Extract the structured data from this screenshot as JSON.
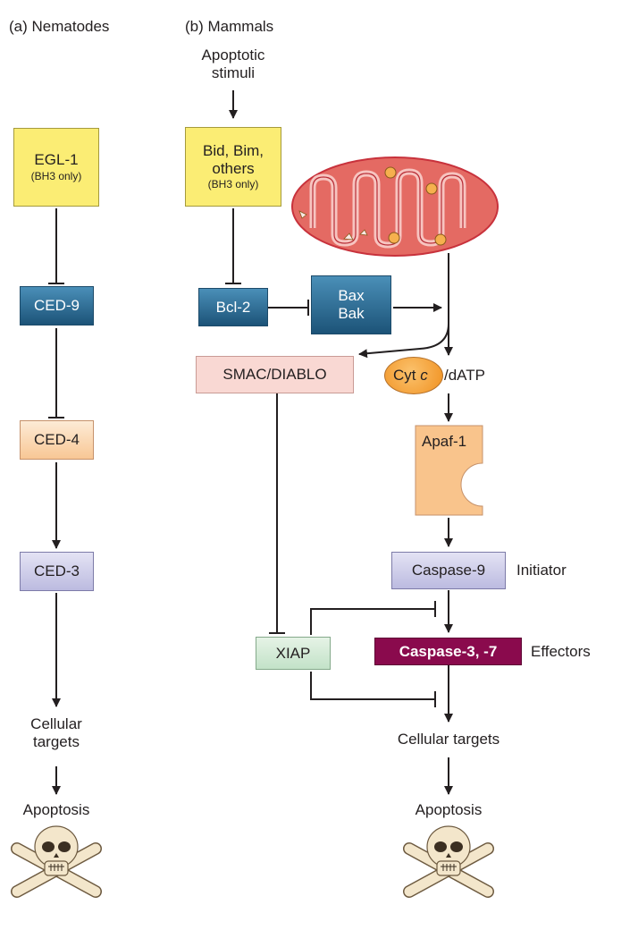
{
  "panel_a": {
    "title": "(a)  Nematodes",
    "egl1": {
      "label": "EGL-1",
      "sub": "(BH3 only)"
    },
    "ced9": "CED-9",
    "ced4": "CED-4",
    "ced3": "CED-3",
    "targets_line1": "Cellular",
    "targets_line2": "targets",
    "apoptosis": "Apoptosis"
  },
  "panel_b": {
    "title": "(b)  Mammals",
    "stimuli_line1": "Apoptotic",
    "stimuli_line2": "stimuli",
    "bh3": {
      "line1": "Bid, Bim,",
      "line2": "others",
      "sub": "(BH3 only)"
    },
    "bcl2": "Bcl-2",
    "bax": "Bax",
    "bak": "Bak",
    "smac": "SMAC/DIABLO",
    "cyt_label": "Cyt",
    "cyt_italic": "c",
    "datp": "/dATP",
    "apaf": "Apaf-1",
    "caspase9": "Caspase-9",
    "initiator": "Initiator",
    "caspase37": "Caspase-3, -7",
    "effectors": "Effectors",
    "xiap": "XIAP",
    "targets": "Cellular targets",
    "apoptosis": "Apoptosis"
  },
  "colors": {
    "line": "#231f20",
    "mito_fill": "#e46a63",
    "mito_inner": "#f7c4c0",
    "mito_edge": "#c8323c"
  },
  "icons": [
    "skull-crossbones-icon",
    "mitochondrion-icon"
  ]
}
